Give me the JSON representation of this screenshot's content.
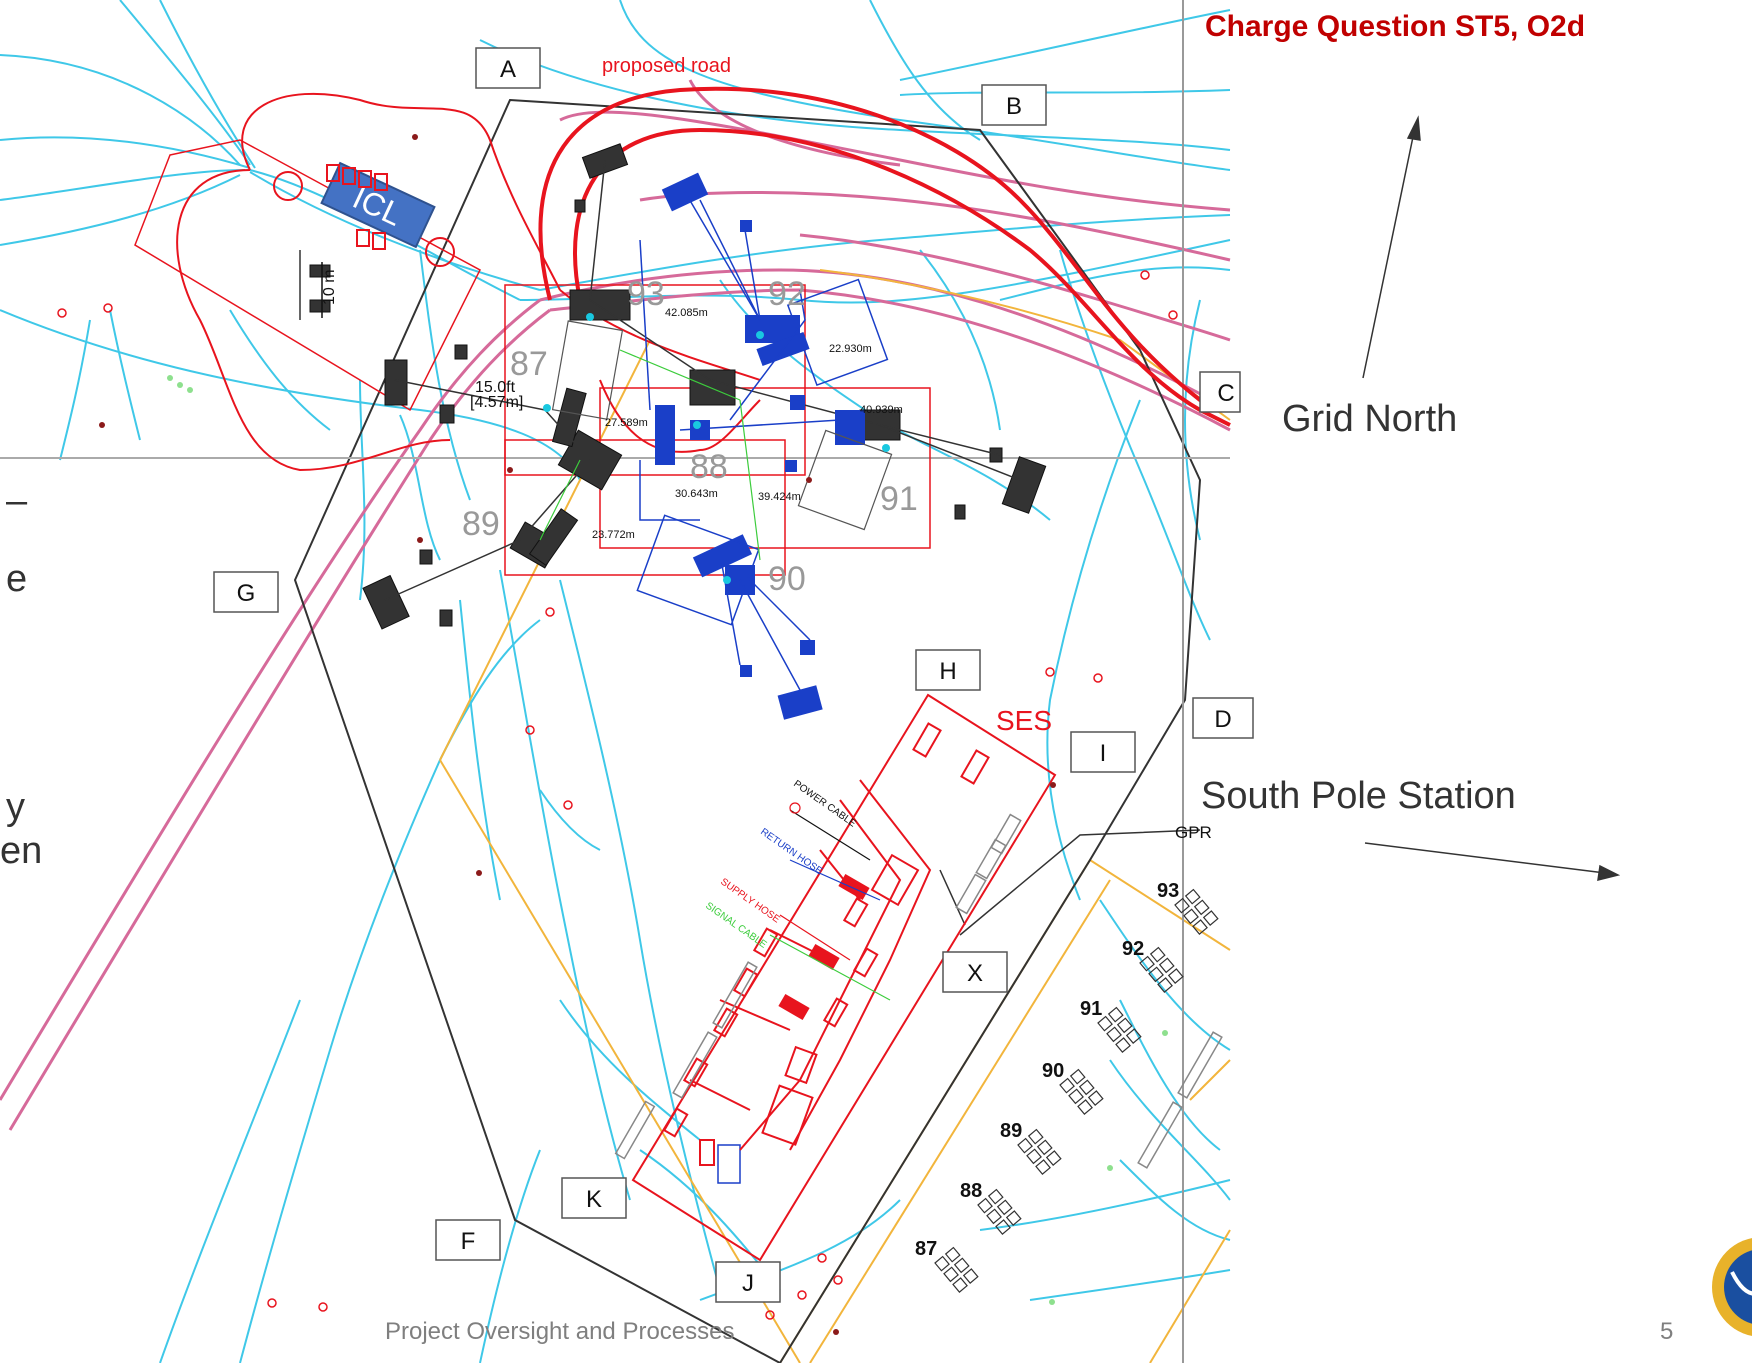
{
  "header": {
    "title": "Charge Question ST5, O2d"
  },
  "annotations": {
    "grid_north": "Grid North",
    "south_pole_station": "South Pole Station"
  },
  "footer": {
    "text": "Project Oversight and Processes",
    "page_number": "5"
  },
  "left_fragments": [
    "–",
    "e",
    "y",
    "en"
  ],
  "map": {
    "proposed_road": "proposed road",
    "icl": "ICL",
    "ses": "SES",
    "gpr": "GPR",
    "ten_m": "10 m",
    "dim_ft": "15.0ft",
    "dim_m": "[4.57m]",
    "measurements": [
      "42.085m",
      "22.930m",
      "27.589m",
      "40.939m",
      "30.643m",
      "39.424m",
      "23.772m"
    ],
    "cables": [
      "POWER CABLE",
      "RETURN HOSE",
      "SUPPLY HOSE",
      "SIGNAL CABLE"
    ],
    "area_labels": [
      "A",
      "B",
      "C",
      "D",
      "F",
      "G",
      "H",
      "I",
      "J",
      "K",
      "X"
    ],
    "site_numbers": [
      "93",
      "92",
      "87",
      "88",
      "91",
      "89",
      "90"
    ],
    "row_numbers": [
      "93",
      "92",
      "91",
      "90",
      "89",
      "88",
      "87"
    ]
  },
  "colors": {
    "title_red": "#c00000",
    "ice_contour": "#3fc8e8",
    "road_red": "#e8141e",
    "pink_line": "#d66a9a",
    "orange_line": "#f2b53c",
    "cad_blue": "#1a3fc8",
    "site_red": "#e8141e"
  }
}
